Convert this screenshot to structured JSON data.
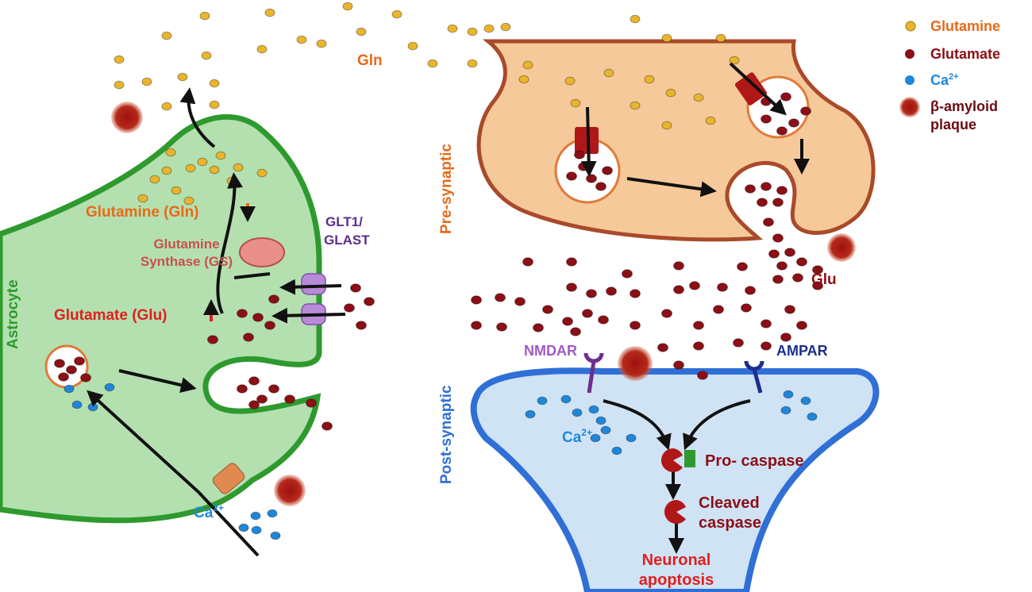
{
  "legend": {
    "glutamine": "Glutamine",
    "glutamate": "Glutamate",
    "calcium": "Ca",
    "calcium_sup": "2+",
    "amyloid_line1": "β-amyloid",
    "amyloid_line2": "plaque"
  },
  "labels": {
    "gln": "Gln",
    "glu": "Glu",
    "astrocyte": "Astrocyte",
    "pre_synaptic": "Pre-synaptic",
    "post_synaptic": "Post-synaptic",
    "glutamine_gln": "Glutamine (Gln)",
    "glutamate_glu": "Glutamate (Glu)",
    "gs_line1": "Glutamine",
    "gs_line2": "Synthase (GS)",
    "glt1": "GLT1/",
    "glast": "GLAST",
    "ca_astro": "Ca",
    "ca_post": "Ca",
    "ca_sup": "2+",
    "nmdar": "NMDAR",
    "ampar": "AMPAR",
    "procaspase": "Pro- caspase",
    "cleaved_line1": "Cleaved",
    "cleaved_line2": "caspase",
    "apoptosis_line1": "Neuronal",
    "apoptosis_line2": "apoptosis"
  },
  "colors": {
    "glutamine": "#e9b52c",
    "glutamate": "#8c0f16",
    "calcium": "#1f87d9",
    "astrocyte_fill": "#b4e0b0",
    "astrocyte_stroke": "#2e9a2e",
    "pre_fill": "#f6c99a",
    "pre_stroke": "#a94a2a",
    "post_fill": "#cfe3f5",
    "post_stroke": "#2f6fd6"
  }
}
